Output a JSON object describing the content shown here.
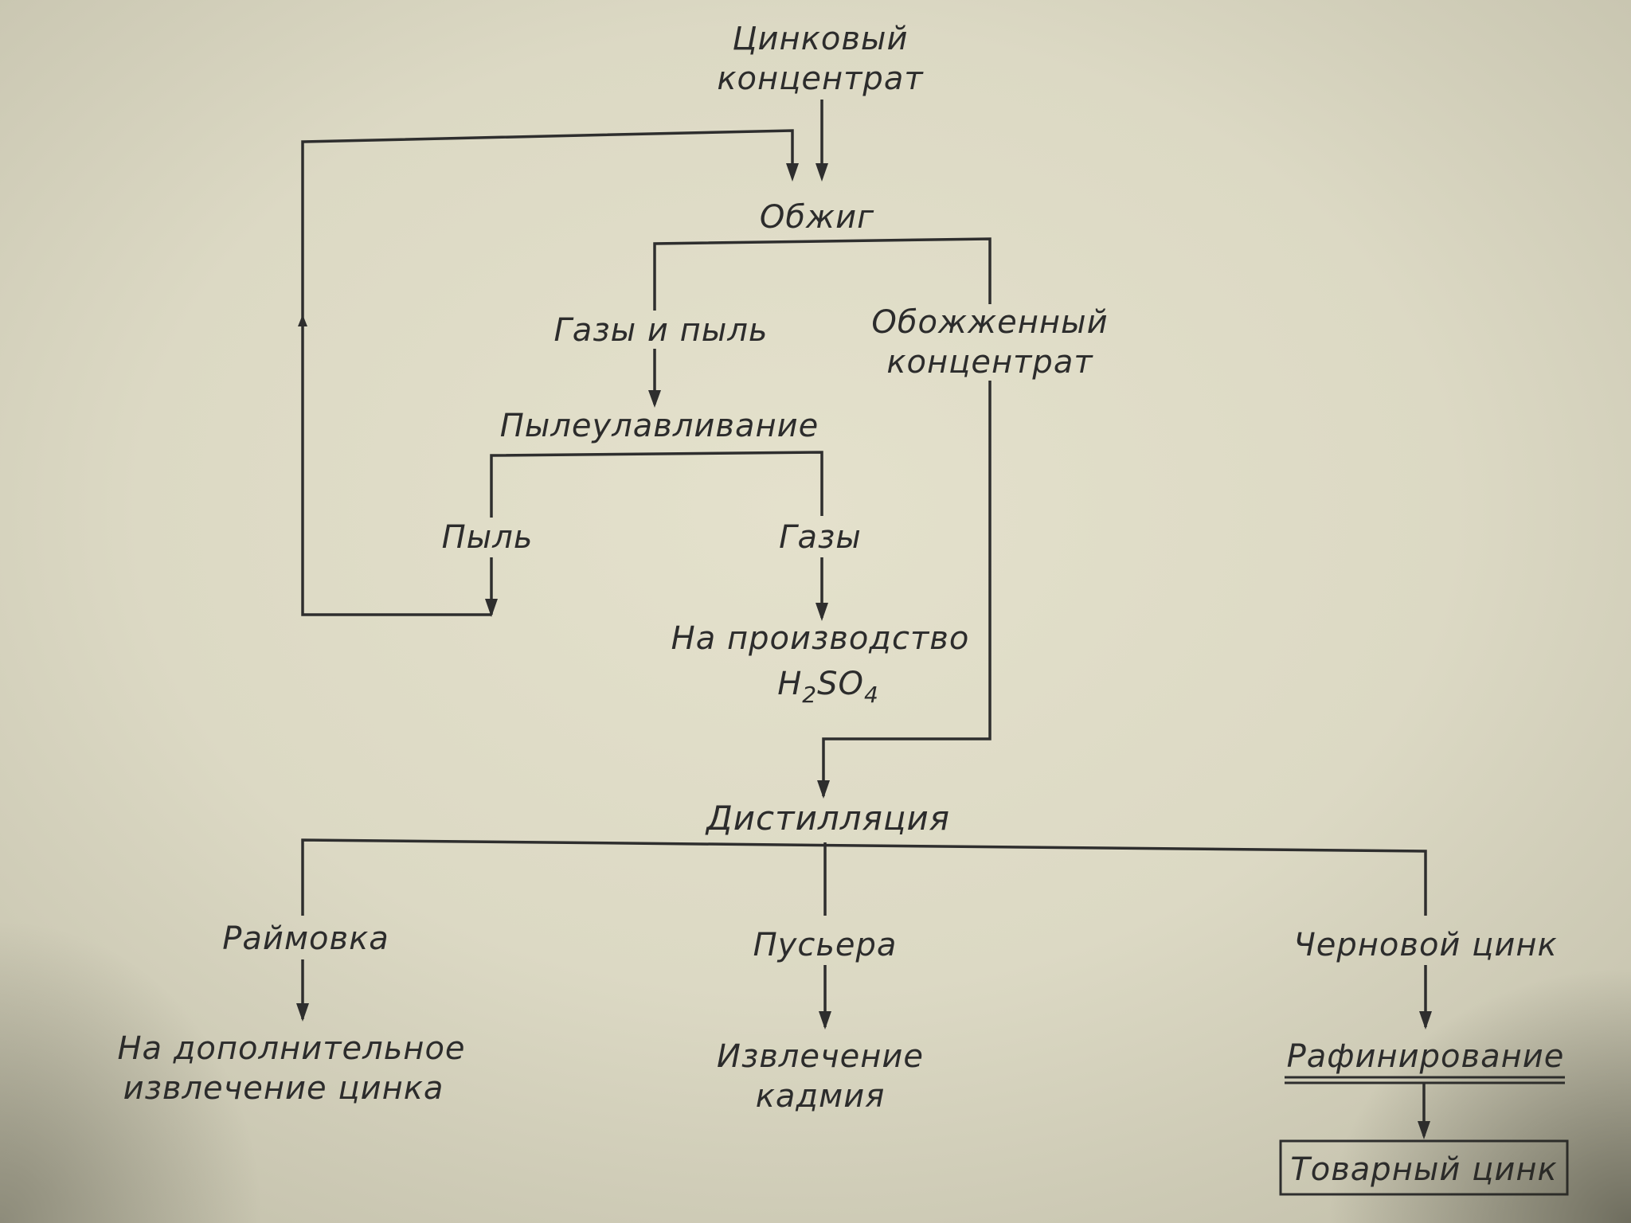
{
  "nodes": {
    "zinc_concentrate": [
      "Цинковый",
      "концентрат"
    ],
    "roasting": "Обжиг",
    "gases_and_dust": "Газы и пыль",
    "roasted_concentrate": [
      "Обожженный",
      "концентрат"
    ],
    "dust_collection": "Пылеулавливание",
    "dust": "Пыль",
    "gases": "Газы",
    "to_acid_production": [
      "На производство",
      "H",
      "2",
      "SO",
      "4"
    ],
    "distillation": "Дистилляция",
    "raimovka": "Раймовка",
    "pusera": "Пусьера",
    "crude_zinc": "Черновой цинк",
    "additional_zinc_recovery": [
      "На дополнительное",
      "извлечение цинка"
    ],
    "cadmium_recovery": [
      "Извлечение",
      "кадмия"
    ],
    "refining": "Рафинирование",
    "commercial_zinc": "Товарный цинк"
  },
  "colors": {
    "paper": "#e0ddc8",
    "ink": "#2e2e2e"
  }
}
